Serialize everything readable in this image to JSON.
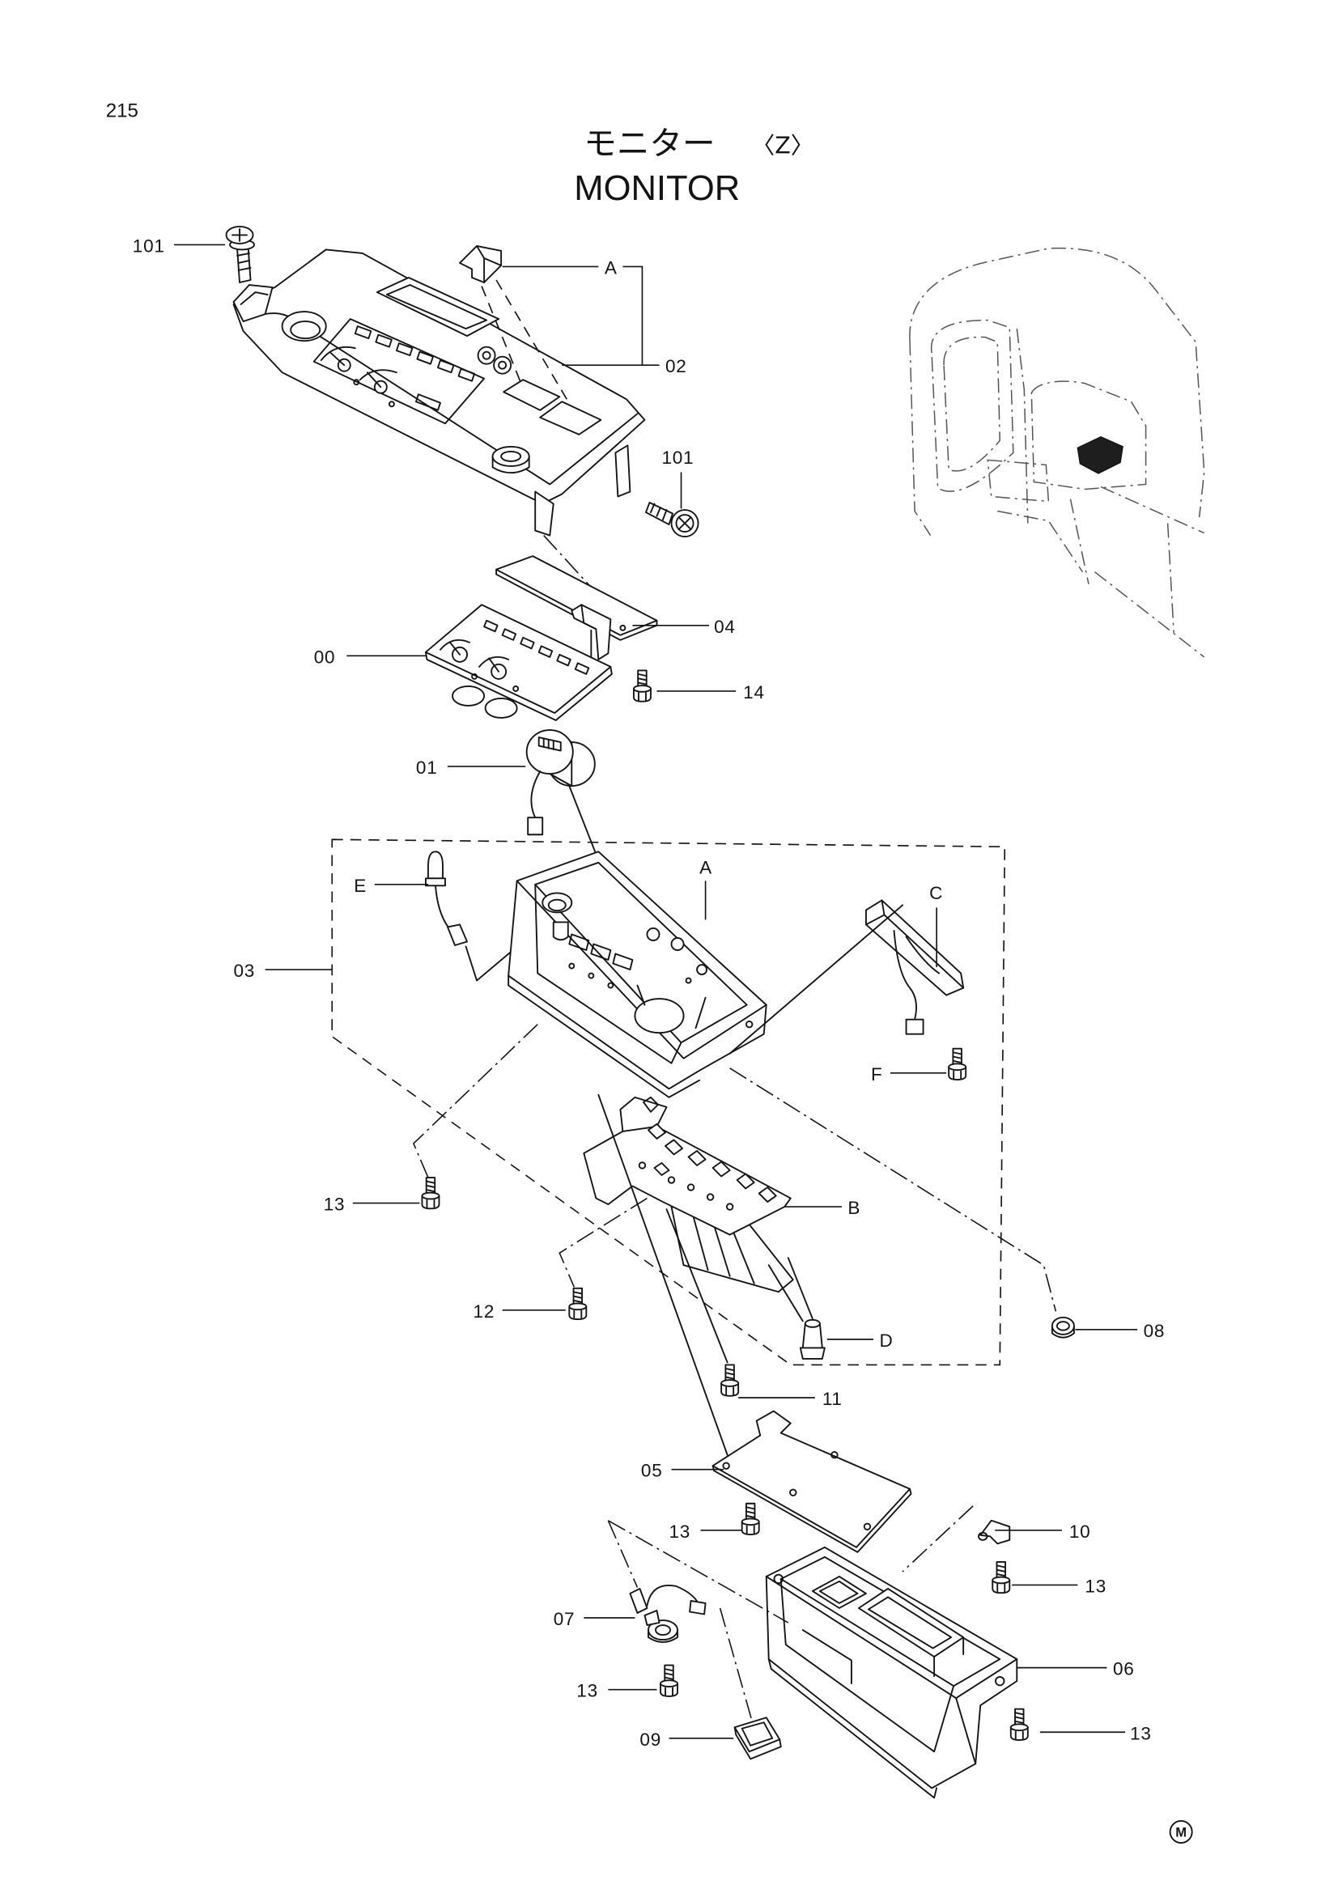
{
  "page": {
    "number": "215"
  },
  "title": {
    "jp": "モニター",
    "variant": "〈Z〉",
    "en": "MONITOR"
  },
  "callouts": [
    {
      "label": "101"
    },
    {
      "label": "A"
    },
    {
      "label": "02"
    },
    {
      "label": "101"
    },
    {
      "label": "04"
    },
    {
      "label": "00"
    },
    {
      "label": "14"
    },
    {
      "label": "01"
    },
    {
      "label": "E"
    },
    {
      "label": "A"
    },
    {
      "label": "C"
    },
    {
      "label": "03"
    },
    {
      "label": "F"
    },
    {
      "label": "13"
    },
    {
      "label": "B"
    },
    {
      "label": "12"
    },
    {
      "label": "D"
    },
    {
      "label": "08"
    },
    {
      "label": "11"
    },
    {
      "label": "05"
    },
    {
      "label": "13"
    },
    {
      "label": "10"
    },
    {
      "label": "13"
    },
    {
      "label": "07"
    },
    {
      "label": "06"
    },
    {
      "label": "13"
    },
    {
      "label": "09"
    },
    {
      "label": "13"
    }
  ],
  "corner_mark": "M",
  "colors": {
    "ink": "#141414",
    "paper": "#ffffff",
    "sketch": "#555555"
  }
}
